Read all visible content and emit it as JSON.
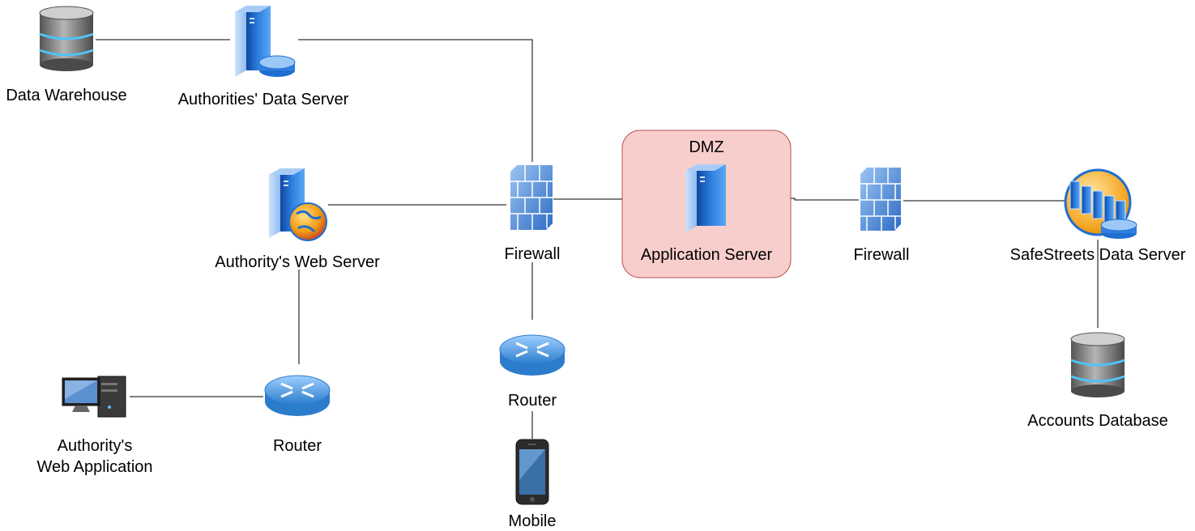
{
  "nodes": {
    "data_warehouse": {
      "label": "Data Warehouse",
      "icon": "database-icon"
    },
    "authorities_data_server": {
      "label": "Authorities' Data Server",
      "icon": "data-server-icon"
    },
    "authority_web_server": {
      "label": "Authority's Web Server",
      "icon": "web-server-icon"
    },
    "firewall_left": {
      "label": "Firewall",
      "icon": "firewall-icon"
    },
    "application_server": {
      "label": "Application Server",
      "icon": "server-icon"
    },
    "firewall_right": {
      "label": "Firewall",
      "icon": "firewall-icon"
    },
    "safestreets_data_server": {
      "label": "SafeStreets Data Server",
      "icon": "server-cluster-icon"
    },
    "accounts_database": {
      "label": "Accounts Database",
      "icon": "database-icon"
    },
    "router_center": {
      "label": "Router",
      "icon": "router-icon"
    },
    "mobile": {
      "label": "Mobile",
      "icon": "mobile-phone-icon"
    },
    "router_left": {
      "label": "Router",
      "icon": "router-icon"
    },
    "authority_web_app": {
      "label_line1": "Authority's",
      "label_line2": "Web Application",
      "icon": "desktop-computer-icon"
    }
  },
  "zones": {
    "dmz": {
      "label": "DMZ",
      "fill": "#f8cecc",
      "stroke": "#b85450"
    }
  },
  "colors": {
    "edge": "#000000",
    "server_blue": "#1565c0",
    "firewall_blue": "#4f8ad6",
    "router_blue": "#3f8fd6",
    "database_gray": "#8a8a8a",
    "database_ring": "#4fc3f7"
  }
}
